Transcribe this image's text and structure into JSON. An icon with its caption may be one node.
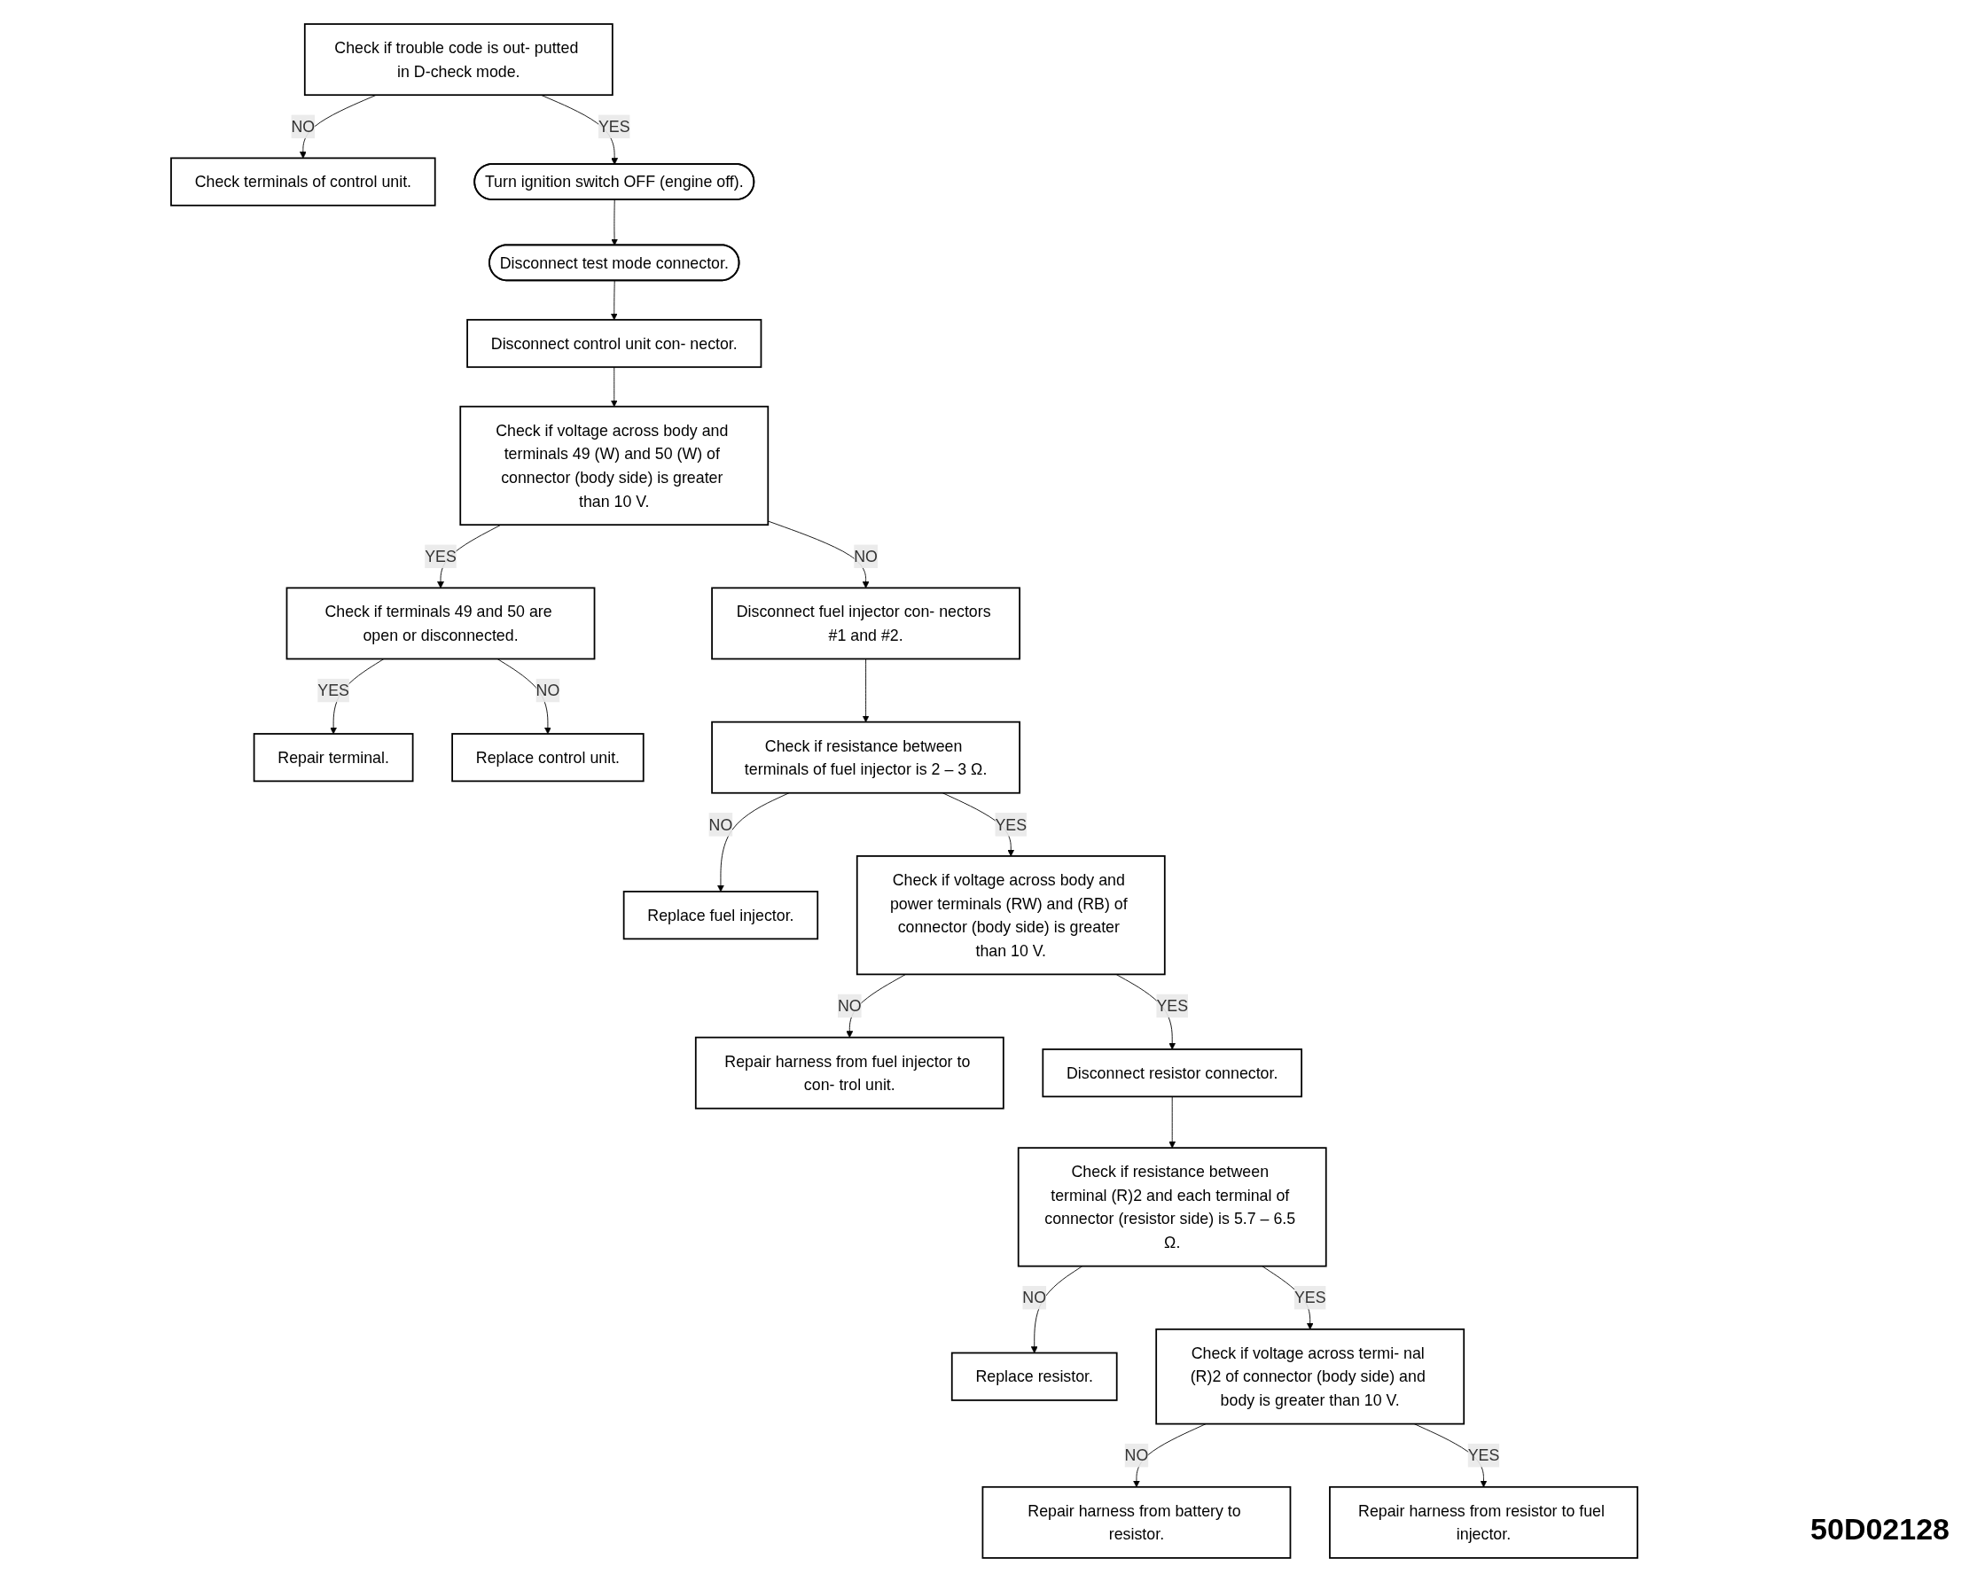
{
  "diagram": {
    "nodes": [
      {
        "text": [
          "Check if trouble code is out- putted in D-check mode."
        ]
      },
      {
        "text": [
          "Check terminals of control unit."
        ]
      },
      {
        "text": [
          "Turn ignition switch OFF (engine off)."
        ]
      },
      {
        "text": [
          "Disconnect test mode connector."
        ]
      },
      {
        "text": [
          "Disconnect control unit con- nector."
        ]
      },
      {
        "text": [
          "Check if voltage across body and terminals 49 (W) and 50 (W) of connector (body side) is greater than 10 V."
        ]
      },
      {
        "text": [
          "Check if terminals 49 and 50 are open or disconnected."
        ]
      },
      {
        "text": [
          "Repair terminal."
        ]
      },
      {
        "text": [
          "Replace control unit."
        ]
      },
      {
        "text": [
          "Disconnect fuel injector con- nectors #1 and #2."
        ]
      },
      {
        "text": [
          "Check if resistance between terminals of fuel injector is 2 – 3 Ω."
        ]
      },
      {
        "text": [
          "Replace fuel injector."
        ]
      },
      {
        "text": [
          "Check if voltage across body and power terminals (RW) and (RB) of connector (body side) is greater than 10 V."
        ]
      },
      {
        "text": [
          "Repair harness from fuel injector to con- trol unit."
        ]
      },
      {
        "text": [
          "Disconnect resistor connector."
        ]
      },
      {
        "text": [
          "Check if resistance between terminal (R)2 and each terminal of connector (resistor side) is 5.7 – 6.5 Ω."
        ]
      },
      {
        "text": [
          "Replace resistor."
        ]
      },
      {
        "text": [
          "Check if voltage across termi- nal (R)2 of connector (body side) and body is greater than 10 V."
        ]
      },
      {
        "text": [
          "Repair harness from battery to resistor."
        ]
      },
      {
        "text": [
          "Repair harness from resistor to fuel injector."
        ]
      }
    ],
    "edges": [
      {
        "from": 0,
        "to": 1,
        "arrow": "to",
        "label": "NO"
      },
      {
        "from": 0,
        "to": 2,
        "arrow": "to",
        "label": "YES"
      },
      {
        "from": 2,
        "to": 3,
        "arrow": "to"
      },
      {
        "from": 3,
        "to": 4,
        "arrow": "to"
      },
      {
        "from": 4,
        "to": 5,
        "arrow": "to"
      },
      {
        "from": 5,
        "to": 9,
        "arrow": "to",
        "label": "NO"
      },
      {
        "from": 5,
        "to": 6,
        "arrow": "to",
        "label": "YES"
      },
      {
        "from": 6,
        "to": 7,
        "arrow": "to",
        "label": "YES"
      },
      {
        "from": 6,
        "to": 8,
        "arrow": "to",
        "label": "NO"
      },
      {
        "from": 9,
        "to": 10,
        "arrow": "to"
      },
      {
        "from": 10,
        "to": 11,
        "arrow": "to",
        "label": "NO"
      },
      {
        "from": 10,
        "to": 12,
        "arrow": "to",
        "label": "YES"
      },
      {
        "from": 12,
        "to": 13,
        "arrow": "to",
        "label": "NO"
      },
      {
        "from": 12,
        "to": 14,
        "arrow": "to",
        "label": "YES"
      },
      {
        "from": 14,
        "to": 15,
        "arrow": "to"
      },
      {
        "from": 15,
        "to": 16,
        "arrow": "to",
        "label": "NO"
      },
      {
        "from": 15,
        "to": 17,
        "arrow": "to",
        "label": "YES"
      },
      {
        "from": 17,
        "to": 18,
        "arrow": "to",
        "label": "NO"
      },
      {
        "from": 17,
        "to": 19,
        "arrow": "to",
        "label": "YES"
      }
    ],
    "labels": [
      "50D02128"
    ]
  }
}
